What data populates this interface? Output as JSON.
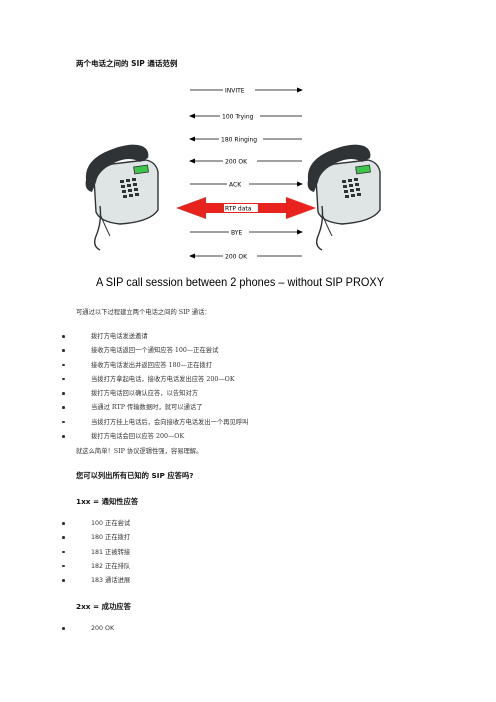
{
  "title": "两个电话之间的 SIP 通话范例",
  "diagram": {
    "messages": [
      "INVITE",
      "100 Trying",
      "180 Ringing",
      "200 OK",
      "ACK",
      "RTP data",
      "BYE",
      "200 OK"
    ],
    "caption": "A SIP call session between 2 phones – without SIP PROXY",
    "colors": {
      "arrow": "#000000",
      "rtp": "#e8231e",
      "phone_body": "#dfe4e4",
      "phone_dark": "#2f3336",
      "screen": "#3ec64a"
    }
  },
  "intro": "可通过以下过程建立两个电话之间的 SIP 通话：",
  "steps": [
    "拨打方电话发送邀请",
    "接收方电话返回一个通知应答 100—正在尝试",
    "接收方电话发出并返回应答 180—正在拨打",
    "当拨打方拿起电话，接收方电话发出应答 200—OK",
    "拨打方电话回以确认应答，以告知对方",
    "当通过 RTP 传输数据时，就可以通话了",
    "当拨打方挂上电话后，会向接收方电话发出一个再见呼叫",
    "拨打方电话会回以应答 200—OK"
  ],
  "outro": "就这么简单！SIP 协议逻辑性强，容易理解。",
  "question": "您可以列出所有已知的 SIP 应答吗?",
  "sections": [
    {
      "heading": "1xx = 通知性应答",
      "items": [
        "100 正在尝试",
        "180 正在拨打",
        "181 正被转接",
        "182 正在排队",
        "183 通话进展"
      ]
    },
    {
      "heading": "2xx = 成功应答",
      "items": [
        "200 OK"
      ]
    }
  ]
}
